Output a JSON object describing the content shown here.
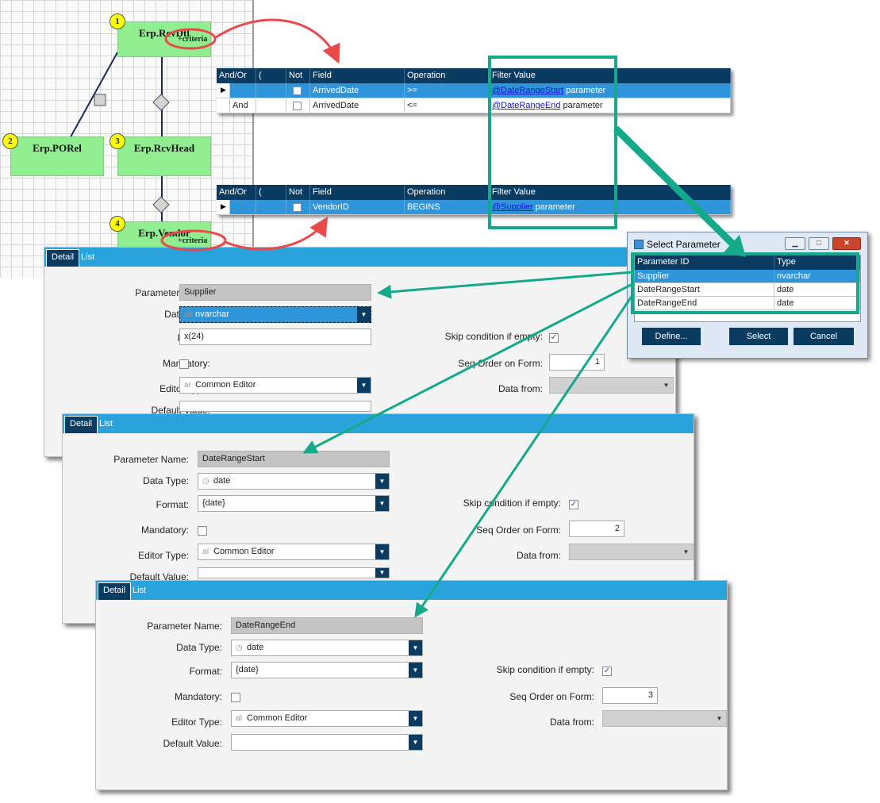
{
  "diagram": {
    "nodes": [
      {
        "num": "1",
        "name": "Erp.RcvDtl",
        "criteria": "+criteria"
      },
      {
        "num": "2",
        "name": "Erp.PORel"
      },
      {
        "num": "3",
        "name": "Erp.RcvHead"
      },
      {
        "num": "4",
        "name": "Erp.Vendor",
        "criteria": "+criteria"
      }
    ]
  },
  "criteria_headers": [
    "And/Or",
    "(",
    "Not",
    "Field",
    "Operation",
    "Filter Value"
  ],
  "grid1": {
    "rows": [
      {
        "andor": "",
        "field": "ArrivedDate",
        "operation": ">=",
        "param": "@DateRangeStart",
        "suffix": "parameter"
      },
      {
        "andor": "And",
        "field": "ArrivedDate",
        "operation": "<=",
        "param": "@DateRangeEnd",
        "suffix": "parameter"
      }
    ]
  },
  "grid2": {
    "rows": [
      {
        "andor": "",
        "field": "VendorID",
        "operation": "BEGINS",
        "param": "@Supplier",
        "suffix": "parameter"
      }
    ]
  },
  "panel_labels": {
    "tab_detail": "Detail",
    "tab_list": "List",
    "param_name": "Parameter Name:",
    "data_type": "Data Type:",
    "format": "Format:",
    "mandatory": "Mandatory:",
    "editor_type": "Editor Type:",
    "default_value": "Default Value:",
    "skip": "Skip condition if empty:",
    "seq": "Seq Order on Form:",
    "data_from": "Data from:"
  },
  "panel1": {
    "name": "Supplier",
    "type": "nvarchar",
    "format": "x(24)",
    "editor": "Common Editor",
    "seq": "1"
  },
  "panel2": {
    "name": "DateRangeStart",
    "type": "date",
    "format": "{date}",
    "editor": "Common Editor",
    "seq": "2"
  },
  "panel3": {
    "name": "DateRangeEnd",
    "type": "date",
    "format": "{date}",
    "editor": "Common Editor",
    "seq": "3"
  },
  "dialog": {
    "title": "Select Parameter",
    "headers": [
      "Parameter ID",
      "Type"
    ],
    "rows": [
      {
        "id": "Supplier",
        "type": "nvarchar"
      },
      {
        "id": "DateRangeStart",
        "type": "date"
      },
      {
        "id": "DateRangeEnd",
        "type": "date"
      }
    ],
    "define": "Define...",
    "select": "Select",
    "cancel": "Cancel"
  },
  "colors": {
    "accent": "#2aa3dc",
    "header": "#0a3c62",
    "highlight": "#14a98b",
    "arrow": "#e84a4a",
    "node": "#90ee90"
  }
}
